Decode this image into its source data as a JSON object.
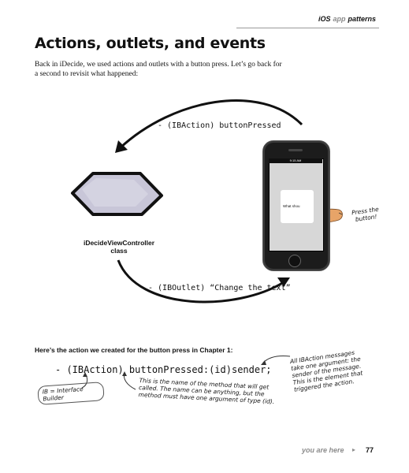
{
  "header": {
    "prefix": "iOS",
    "emphasis": "app",
    "suffix": "patterns"
  },
  "title": "Actions, outlets, and events",
  "intro": "Back in iDecide, we used actions and outlets with a button press. Let’s go back for a second to revisit what happened:",
  "diagram": {
    "action_arrow_label": "- (IBAction) buttonPressed",
    "outlet_arrow_label": "- (IBOutlet) “Change the text”",
    "class_label_line1": "iDecideViewController",
    "class_label_line2": "class",
    "phone": {
      "status_time": "9:15 AM",
      "button_label": "What shou"
    },
    "press_note": "Press the button!"
  },
  "chapter_line": "Here’s the action we created for the button press in Chapter 1:",
  "main_code": "- (IBAction) buttonPressed:(id)sender;",
  "annotations": {
    "ib_note": "IB = Interface Builder",
    "name_note": "This is the name of the method that will get called. The name can be anything, but the method must have one argument of type (id).",
    "msg_note": "All IBAction messages take one argument: the sender of the message. This is the element that triggered the action."
  },
  "footer": {
    "here_label": "you are here",
    "arrow": "▸",
    "page_number": "77"
  }
}
